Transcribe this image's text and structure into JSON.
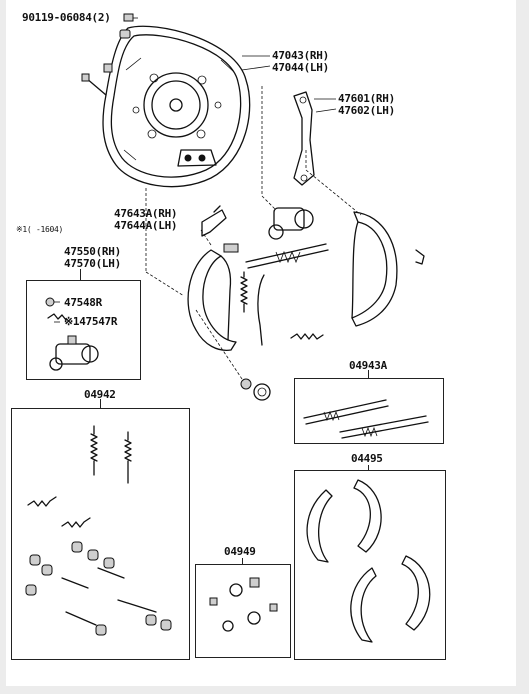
{
  "labels": {
    "bolt": "90119-06084(2)",
    "backing_plate_rh": "47043(RH)",
    "backing_plate_lh": "47044(LH)",
    "lever_rh": "47601(RH)",
    "lever_lh": "47602(LH)",
    "strut_rh": "47643A(RH)",
    "strut_lh": "47644A(LH)",
    "note": "※1(    -1604)",
    "cylinder_rh": "47550(RH)",
    "cylinder_lh": "47570(LH)",
    "cylinder_kit": "47548R",
    "cylinder_kit_alt": "※147547R",
    "adjuster_kit": "04943A",
    "spring_kit": "04942",
    "shoe_set": "04495",
    "cylinder_repair_kit": "04949"
  }
}
